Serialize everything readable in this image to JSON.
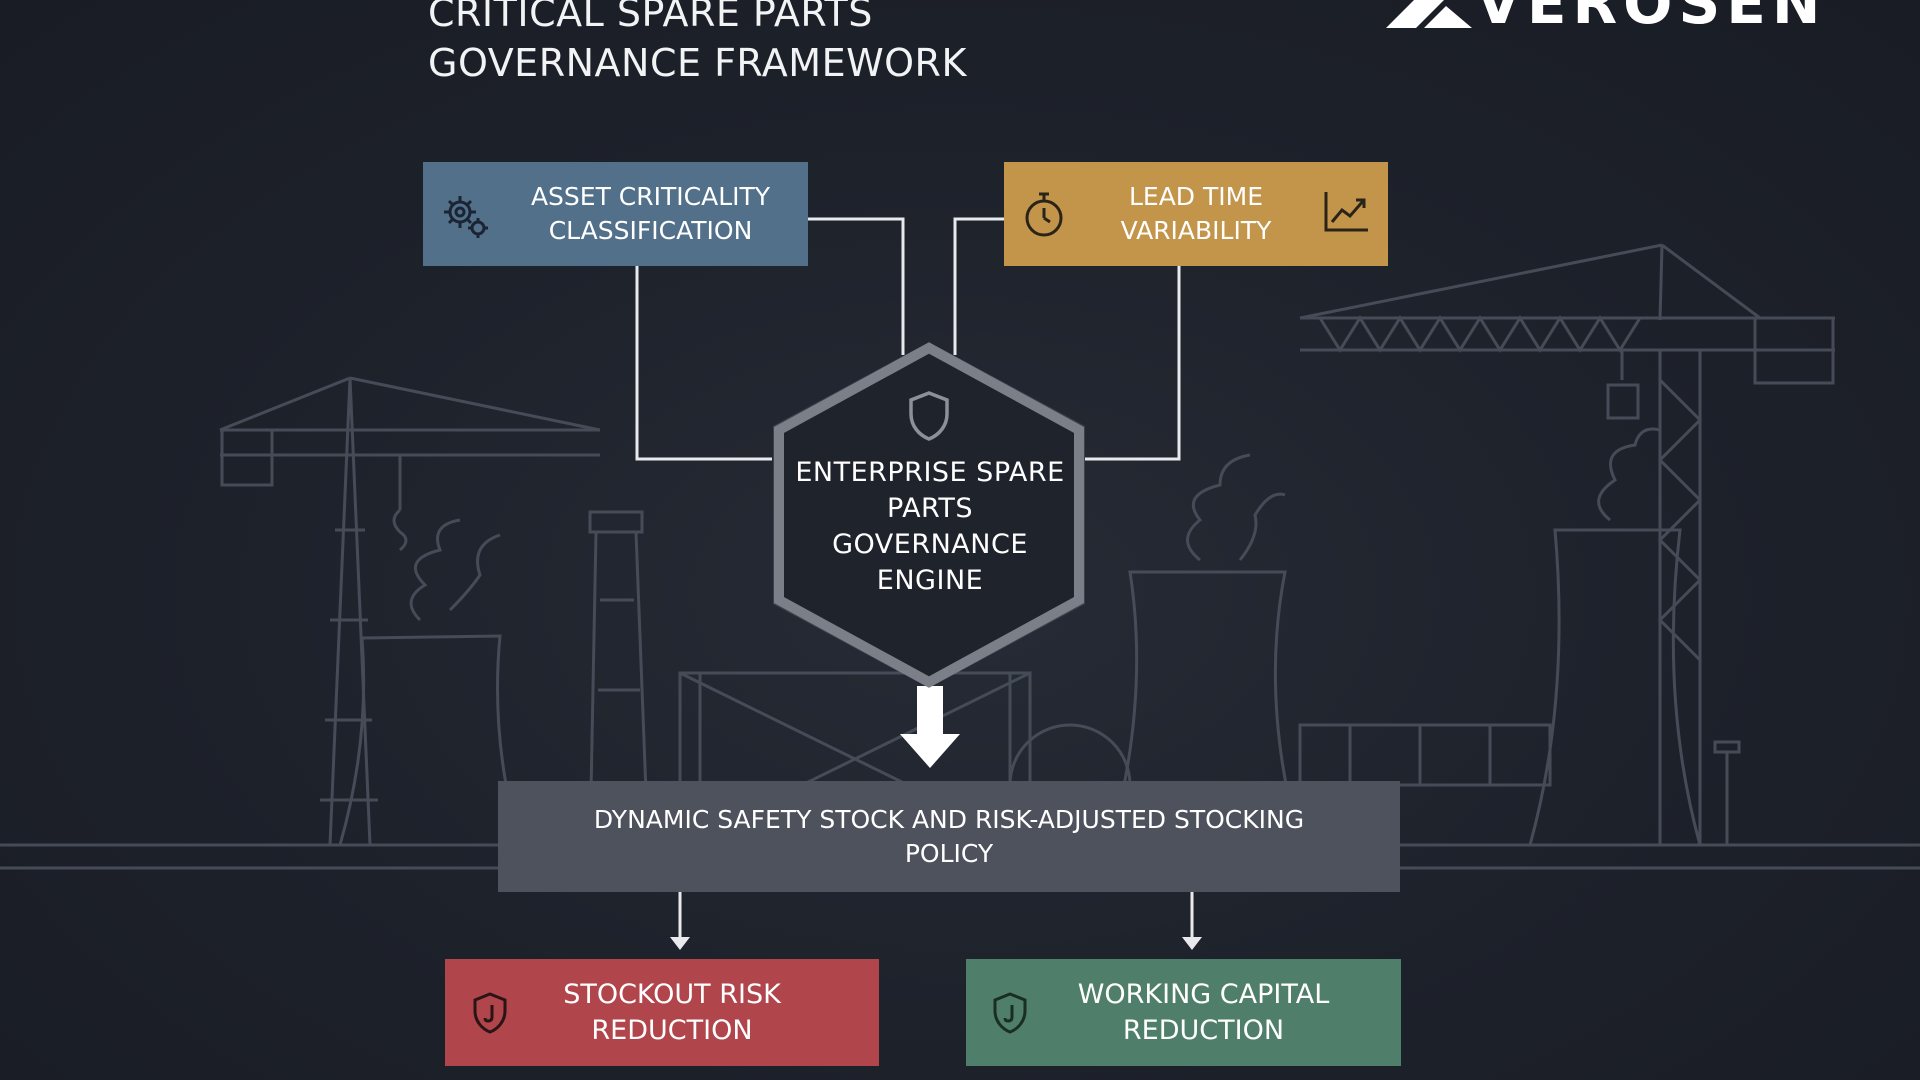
{
  "header": {
    "title_line1": "CRITICAL SPARE PARTS",
    "title_line2": "GOVERNANCE FRAMEWORK",
    "logo_text": "VEROSEN"
  },
  "inputs": {
    "asset_criticality": {
      "label": "ASSET CRITICALITY CLASSIFICATION",
      "icon": "gears-icon",
      "color": "#52708a"
    },
    "lead_time": {
      "label": "LEAD TIME VARIABILITY",
      "icon_left": "stopwatch-icon",
      "icon_right": "trend-chart-icon",
      "color": "#c3954a"
    }
  },
  "engine": {
    "label": "ENTERPRISE SPARE PARTS GOVERNANCE ENGINE",
    "icon": "shield-icon"
  },
  "policy": {
    "label": "DYNAMIC SAFETY STOCK AND RISK-ADJUSTED STOCKING POLICY",
    "color": "#4e525c"
  },
  "outcomes": {
    "stockout": {
      "label": "STOCKOUT RISK REDUCTION",
      "icon": "shield-check-icon",
      "color": "#b0454b"
    },
    "working_capital": {
      "label": "WORKING CAPITAL REDUCTION",
      "icon": "shield-check-icon",
      "color": "#4f7f6a"
    }
  },
  "background": {
    "illustration": "industrial-plant-line-art"
  }
}
